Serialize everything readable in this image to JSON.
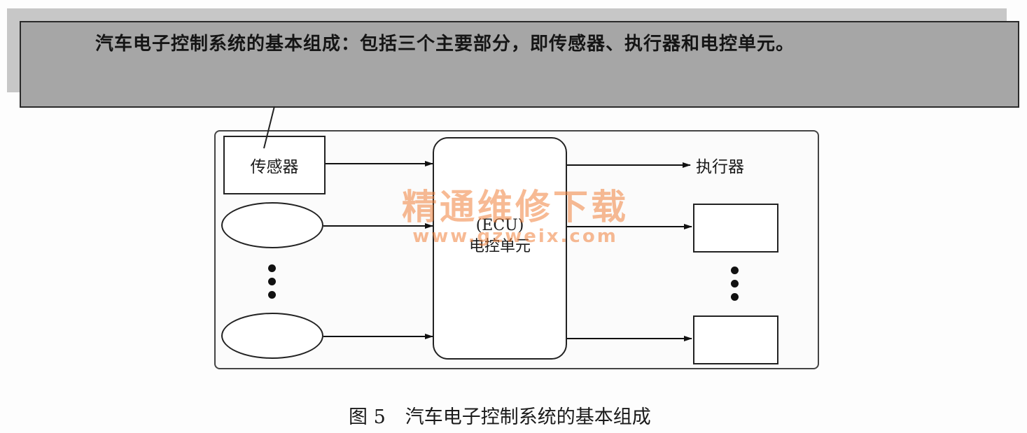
{
  "callout": {
    "text": "汽车电子控制系统的基本组成：包括三个主要部分，即传感器、执行器和电控单元。"
  },
  "diagram": {
    "sensor_label": "传感器",
    "ecu_abbr": "(ECU)",
    "ecu_label": "电控单元",
    "actuator_label": "执行器"
  },
  "watermark": {
    "main": "精通维修下载",
    "url": "www.gzweix.com"
  },
  "caption": {
    "number": "图 5",
    "title": "汽车电子控制系统的基本组成"
  },
  "colors": {
    "callout_fill": "#a6a6a6",
    "watermark": "#f0823c"
  }
}
